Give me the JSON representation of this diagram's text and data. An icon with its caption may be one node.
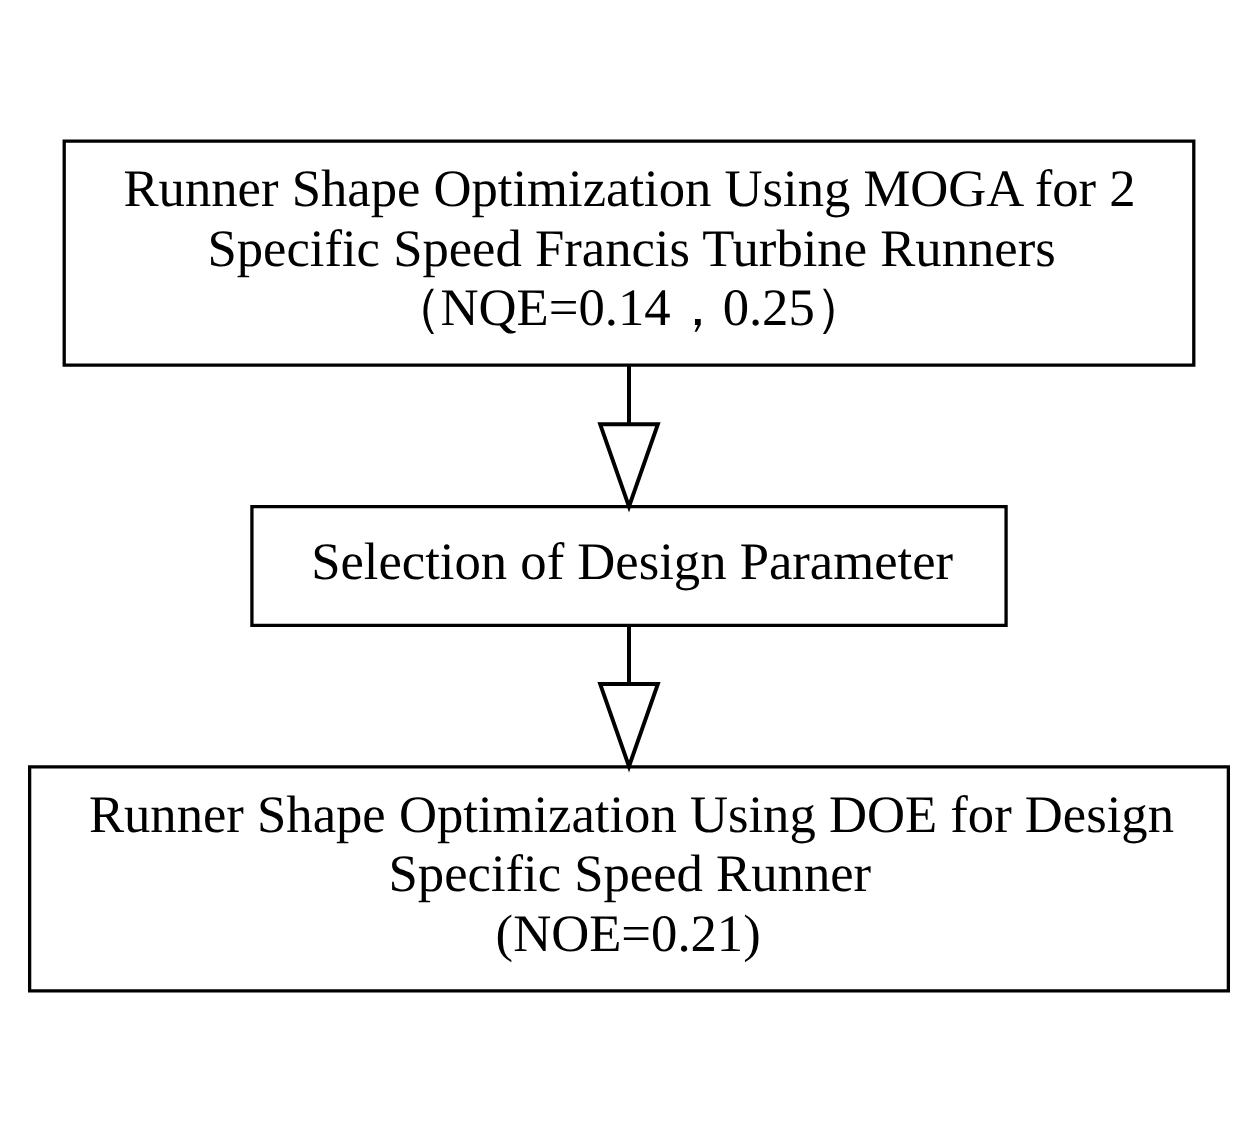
{
  "diagram": {
    "nodes": [
      {
        "text": [
          "Runner Shape Optimization Using MOGA for 2 Specific Speed Francis Turbine Runners",
          "（NQE=0.14，0.25）"
        ]
      },
      {
        "text": [
          "Selection of Design Parameter"
        ]
      },
      {
        "text": [
          "Runner Shape Optimization Using DOE for Design Specific Speed Runner",
          "(NOE=0.21)"
        ]
      }
    ],
    "edges": [
      {
        "from": 0,
        "to": 1,
        "arrow": "to"
      },
      {
        "from": 1,
        "to": 2,
        "arrow": "to"
      }
    ]
  }
}
